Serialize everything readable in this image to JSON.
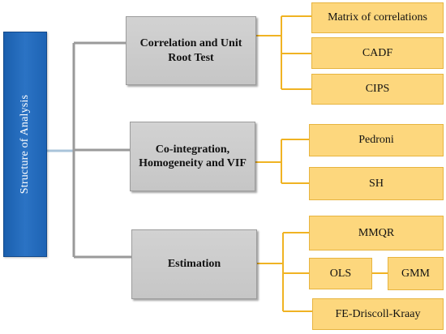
{
  "root": {
    "label": "Structure of Analysis"
  },
  "sections": [
    {
      "title": "Correlation and Unit Root Test",
      "items": [
        "Matrix of correlations",
        "CADF",
        "CIPS"
      ]
    },
    {
      "title": "Co-integration, Homogeneity and VIF",
      "items": [
        "Pedroni",
        "SH"
      ]
    },
    {
      "title": "Estimation",
      "items": [
        "MMQR",
        "OLS",
        "GMM",
        "FE-Driscoll-Kraay"
      ]
    }
  ],
  "colors": {
    "root": "#2b6cb8",
    "section_box": "#c8c8c8",
    "leaf_box": "#fdd77d",
    "grey_connector": "#9a9a9a",
    "gold_connector": "#f0b323"
  }
}
